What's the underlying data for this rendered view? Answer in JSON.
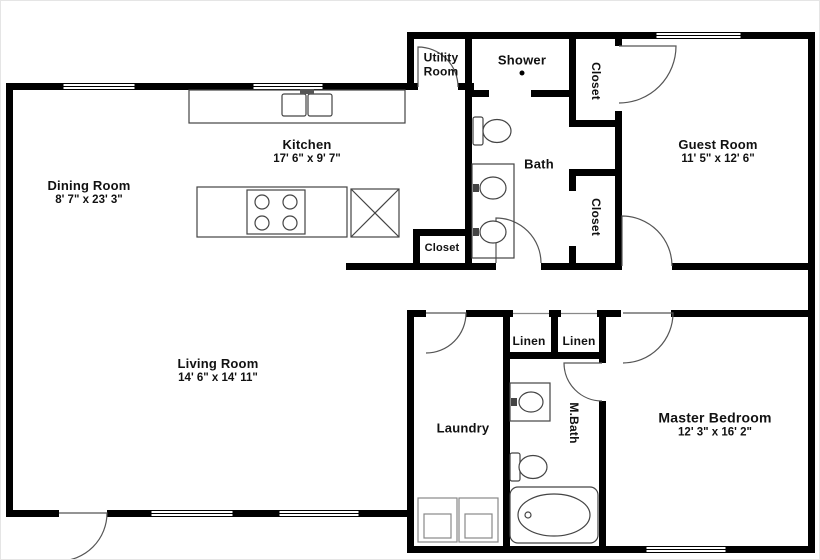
{
  "rooms": {
    "utility": {
      "name": "Utility Room"
    },
    "shower": {
      "name": "Shower"
    },
    "closet_top": {
      "name": "Closet"
    },
    "guest": {
      "name": "Guest Room",
      "dims": "11' 5\" x 12' 6\""
    },
    "kitchen": {
      "name": "Kitchen",
      "dims": "17' 6\" x 9' 7\""
    },
    "dining": {
      "name": "Dining Room",
      "dims": "8' 7\" x 23' 3\""
    },
    "bath": {
      "name": "Bath"
    },
    "closet_mid": {
      "name": "Closet"
    },
    "closet_hall": {
      "name": "Closet"
    },
    "living": {
      "name": "Living Room",
      "dims": "14' 6\" x 14' 11\""
    },
    "linen1": {
      "name": "Linen"
    },
    "linen2": {
      "name": "Linen"
    },
    "laundry": {
      "name": "Laundry"
    },
    "mbath": {
      "name": "M.Bath"
    },
    "master": {
      "name": "Master Bedroom",
      "dims": "12' 3\" x 16' 2\""
    }
  },
  "fixtures": [
    "counter",
    "kitchen-sink",
    "island",
    "stove",
    "refrigerator",
    "toilet",
    "vanity-sinks",
    "shower-head",
    "bathtub",
    "washer",
    "dryer"
  ],
  "colors": {
    "wall": "#000000",
    "background": "#ffffff",
    "fixture": "#444444",
    "door": "#555555"
  }
}
